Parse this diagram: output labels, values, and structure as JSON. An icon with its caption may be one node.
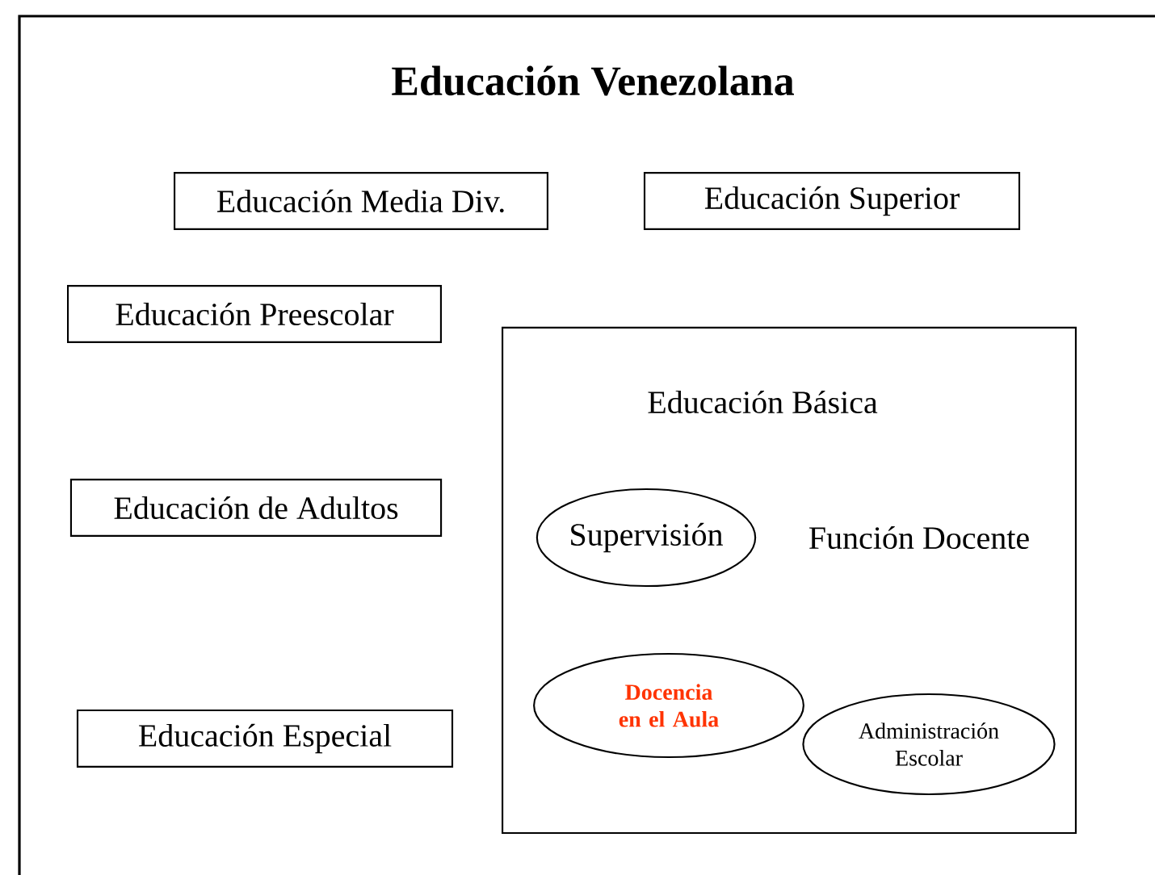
{
  "diagram": {
    "title": "Educación Venezolana",
    "nodes": [
      {
        "text": [
          "Educación Media Div."
        ]
      },
      {
        "text": [
          "Educación Superior"
        ]
      },
      {
        "text": [
          "Educación Preescolar"
        ]
      },
      {
        "text": [
          "Educación de Adultos"
        ]
      },
      {
        "text": [
          "Educación Especial"
        ]
      },
      {
        "text": [
          "Educación Básica"
        ]
      },
      {
        "text": [
          "Supervisión"
        ],
        "in": 5
      },
      {
        "text": [
          "Docencia en el Aula"
        ],
        "in": 5
      },
      {
        "text": [
          "Administración Escolar"
        ],
        "in": 5
      }
    ],
    "labels": [
      "Función Docente"
    ]
  }
}
